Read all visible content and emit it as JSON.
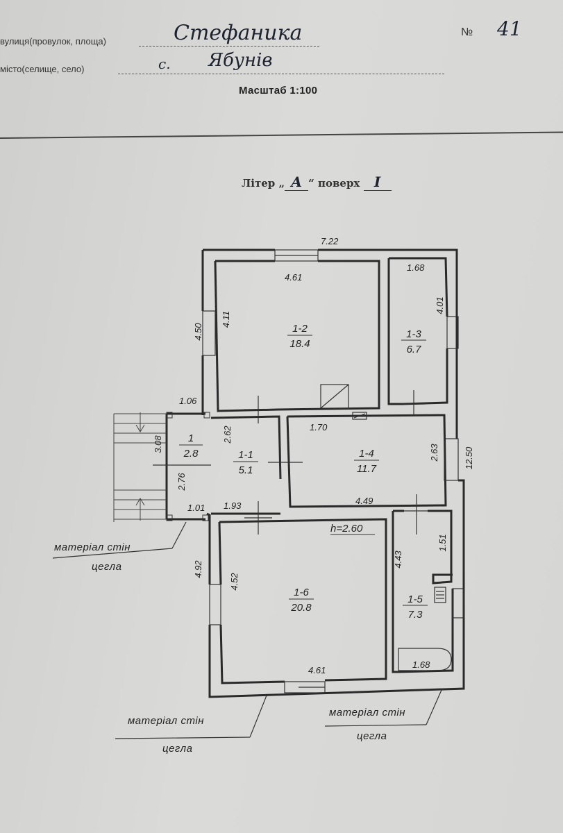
{
  "header": {
    "street_label": "вулиця(провулок, площа)",
    "street_value": "Стефаника",
    "number_label": "№",
    "number_value": "41",
    "city_label": "місто(селище, село)",
    "city_prefix": "с.",
    "city_value": "Ябунів",
    "scale": "Масштаб 1:100"
  },
  "liter": {
    "prefix": "Літер „",
    "letter": "А",
    "mid": "“ поверх",
    "floor": "I"
  },
  "dimensions": {
    "total_width": "7.22",
    "total_height": "12.50",
    "left_upper": "4.50",
    "left_lower": "4.92",
    "r12_w": "4.61",
    "r12_h": "4.11",
    "r13_w": "1.68",
    "r13_h": "4.01",
    "r14_top": "1.70",
    "r14_h": "2.63",
    "r14_bottom": "4.49",
    "r11_h": "2.62",
    "r11_bottom": "1.93",
    "porch_top": "1.06",
    "porch_h1": "3.08",
    "porch_h2": "2.76",
    "porch_bottom": "1.01",
    "r16_h": "4.52",
    "r16_w": "4.61",
    "ceiling": "h=2.60",
    "r15_h": "4.43",
    "r15_inner": "1.51",
    "bath": "1.68"
  },
  "rooms": [
    {
      "id": "1-2",
      "area": "18.4"
    },
    {
      "id": "1-3",
      "area": "6.7"
    },
    {
      "id": "1",
      "area": "2.8"
    },
    {
      "id": "1-1",
      "area": "5.1"
    },
    {
      "id": "1-4",
      "area": "11.7"
    },
    {
      "id": "1-6",
      "area": "20.8"
    },
    {
      "id": "1-5",
      "area": "7.3"
    }
  ],
  "materials": [
    {
      "label": "матеріал стін",
      "value": "цегла"
    },
    {
      "label": "матеріал стін",
      "value": "цегла"
    },
    {
      "label": "матеріал стін",
      "value": "цегла"
    }
  ],
  "colors": {
    "wall": "#2a2a2a",
    "wall_fill": "#cfcfcd",
    "ink": "#222222"
  }
}
